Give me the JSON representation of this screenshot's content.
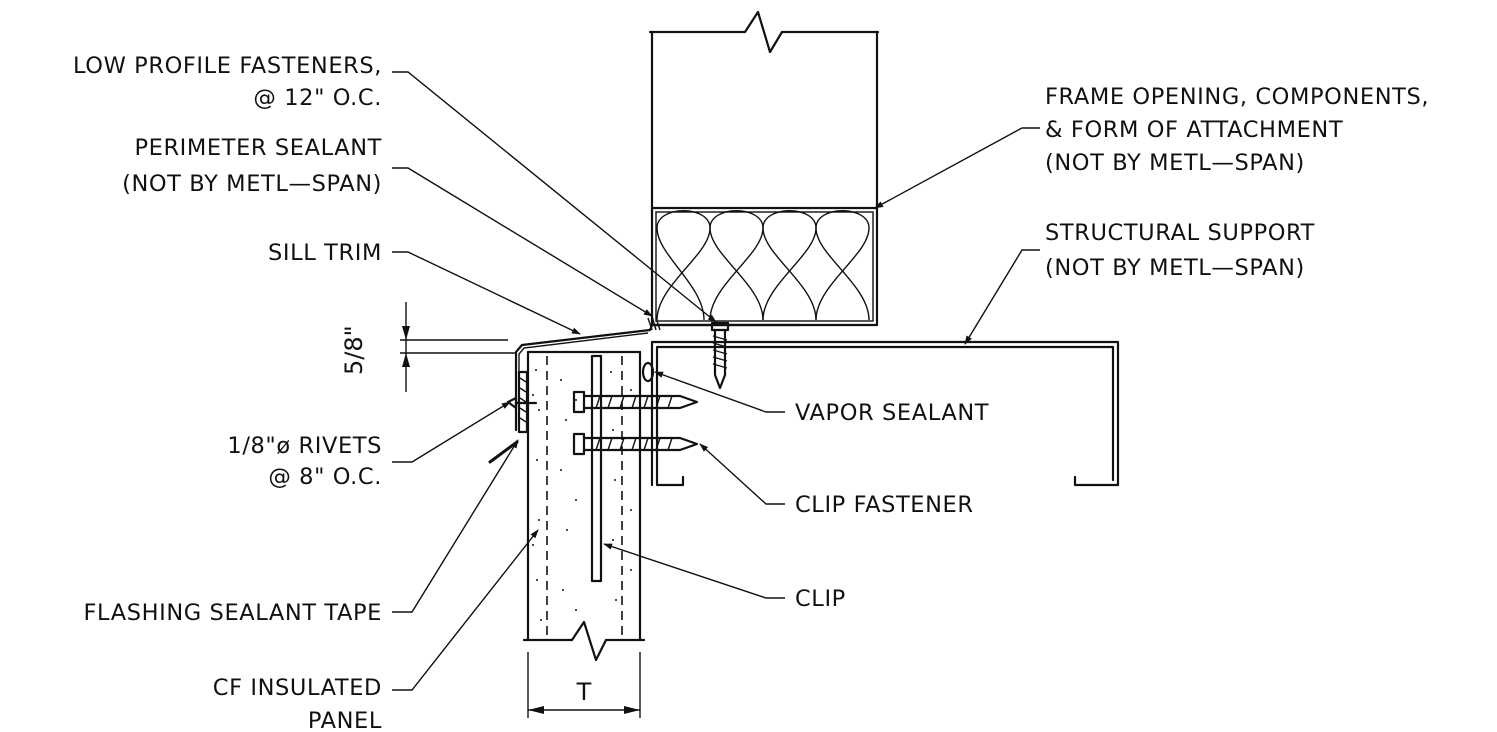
{
  "labels": {
    "low_profile_fasteners": [
      "LOW PROFILE FASTENERS,",
      "@ 12\" O.C."
    ],
    "perimeter_sealant": [
      "PERIMETER SEALANT",
      "(NOT BY METL—SPAN)"
    ],
    "sill_trim": "SILL TRIM",
    "rivets": [
      "1/8\"ø RIVETS",
      "@ 8\" O.C."
    ],
    "flashing_sealant_tape": "FLASHING SEALANT TAPE",
    "cf_insulated_panel": [
      "CF INSULATED",
      "PANEL"
    ],
    "frame_opening": [
      "FRAME OPENING, COMPONENTS,",
      "& FORM OF ATTACHMENT",
      "(NOT BY METL—SPAN)"
    ],
    "structural_support": [
      "STRUCTURAL SUPPORT",
      "(NOT BY METL—SPAN)"
    ],
    "vapor_sealant": "VAPOR SEALANT",
    "clip_fastener": "CLIP FASTENER",
    "clip": "CLIP"
  },
  "dimensions": {
    "trim_offset": "5/8\"",
    "panel_thickness": "T"
  }
}
